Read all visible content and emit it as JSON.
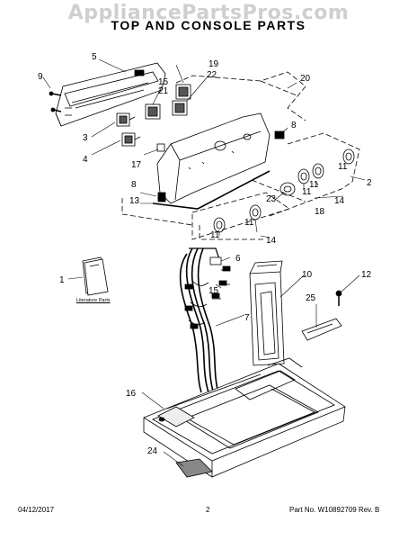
{
  "header": {
    "watermark": "AppliancePartsPros.com",
    "title": "TOP AND CONSOLE PARTS"
  },
  "footer": {
    "date": "04/12/2017",
    "page": "2",
    "part_no": "Part No.  W10892709  Rev.  B"
  },
  "literature_label": "Literature Parts",
  "callouts": [
    "1",
    "2",
    "3",
    "4",
    "5",
    "6",
    "7",
    "8",
    "8",
    "9",
    "10",
    "11",
    "11",
    "11",
    "11",
    "11",
    "12",
    "13",
    "14",
    "14",
    "15",
    "15",
    "16",
    "17",
    "18",
    "19",
    "20",
    "21",
    "22",
    "23",
    "24",
    "25"
  ]
}
